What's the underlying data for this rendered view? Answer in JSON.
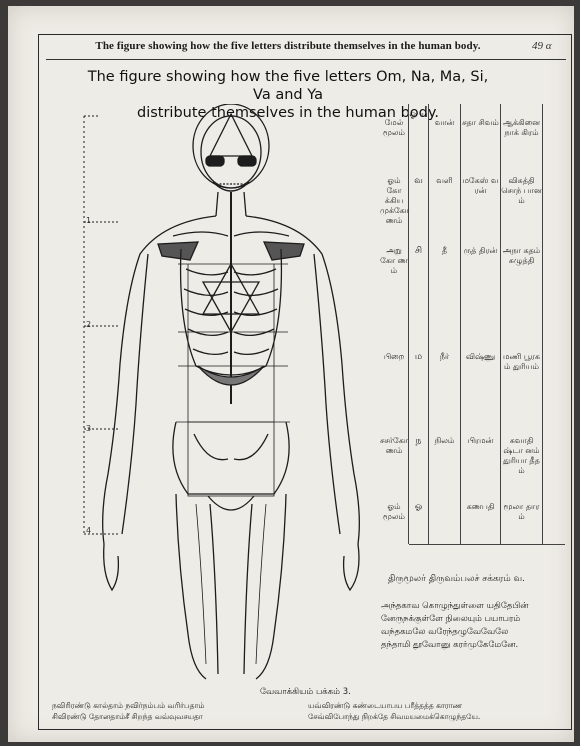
{
  "running_head": "The figure showing how the five letters distribute themselves in the human body.",
  "page_number": "49 α",
  "title_line1": "The figure showing how the five letters Om, Na, Ma, Si, Va and Ya",
  "title_line2": "distribute themselves in the human body.",
  "side_markers": [
    "1",
    "2",
    "3",
    "4"
  ],
  "table": {
    "rows": [
      {
        "region": "மேல் மூலம்",
        "letter": "ஓ ய",
        "element": "வான்",
        "deity": "சதா சிவம்",
        "chakra": "ஆக்கினை நாக் கிரம்"
      },
      {
        "region": "ஓம் கோ க்கிய முக்கோ ணம்",
        "letter": "வ",
        "element": "வளி",
        "deity": "மகேஸ் வரன்",
        "chakra": "விசுத்தி சொந் பானம்"
      },
      {
        "region": "அறு கோ ணம்",
        "letter": "சி",
        "element": "தீ",
        "deity": "ருத் திரன்",
        "chakra": "அநா கதம் சுழுத்தி"
      },
      {
        "region": "பிறை",
        "letter": "ம",
        "element": "நீர்",
        "deity": "விஷ்ணு",
        "chakra": "மணி பூரகம் துரியம்"
      },
      {
        "region": "சசர்கோ ணம்",
        "letter": "ந",
        "element": "நிலம்",
        "deity": "பிரமன்",
        "chakra": "சுவாதி ஷ்டா னம் துரியா தீதம்"
      },
      {
        "region": "ஓம் மூலம்",
        "letter": "ஓ",
        "element": "",
        "deity": "கணபதி",
        "chakra": "மூலா தாரம்"
      }
    ]
  },
  "caption_right": "திருமூலர் திருவம்பலச் சக்கரம் வ.",
  "verse_right": [
    "அந்தகாவ கொழுந்துள்ளை யதிதேபின்",
    "னேருநக்குள்ளே நிலையும் பயாபரம்",
    "வந்தகமலே வரேந்தழுவேவேலே",
    "தந்தாமி தூவோனு கரர்முகேமேனே."
  ],
  "footer_ref": "வேவாக்கியம் பக்கம் 3.",
  "footer_left": [
    "நவிரிரண்டு கால்தாம் நவிர்நம்பம் வரிர்பதாம்",
    "சிவிரண்டு தோனதாம்சீ சிறந்த வவ்வுவசயதா"
  ],
  "footer_right": [
    "யவ்விரண்டு கண்டையாபய பரீத்தத்த காராண",
    "சேவ்விபோந்து நிறக்தே சிவமயமைக்கொழுந்தயே."
  ]
}
